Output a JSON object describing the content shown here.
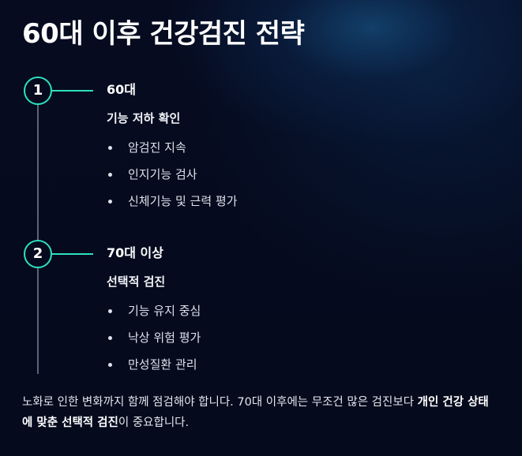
{
  "title": "60대 이후 건강검진 전략",
  "steps": [
    {
      "number": "1",
      "age": "60대",
      "subtitle": "기능 저하 확인",
      "items": [
        "암검진 지속",
        "인지기능 검사",
        "신체기능 및 근력 평가"
      ]
    },
    {
      "number": "2",
      "age": "70대 이상",
      "subtitle": "선택적 검진",
      "items": [
        "기능 유지 중심",
        "낙상 위험 평가",
        "만성질환 관리"
      ]
    }
  ],
  "note": {
    "text_before": "노화로 인한 변화까지 함께 점검해야 합니다. 70대 이후에는 무조건 많은 검진보다 ",
    "emphasis": "개인 건강 상태에 맞춘 선택적 검진",
    "text_after": "이 중요합니다."
  },
  "colors": {
    "accent": "#2de0c0",
    "background": "#050a1e",
    "timeline": "#5d6478"
  }
}
